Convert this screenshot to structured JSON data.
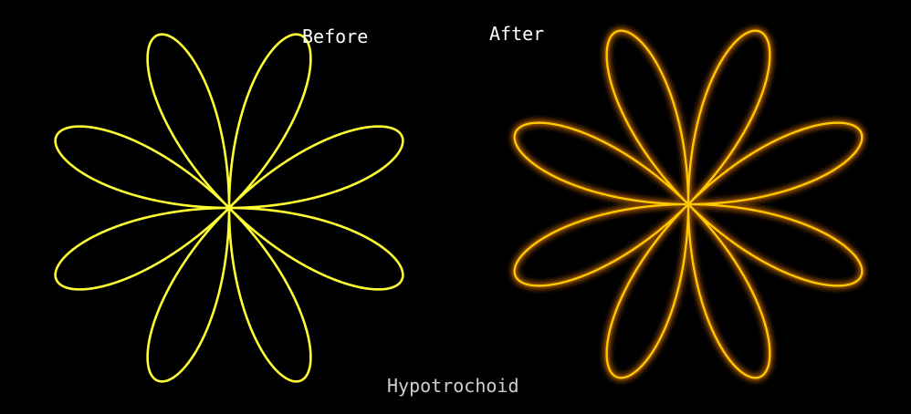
{
  "labels": {
    "before": "Before",
    "after": "After",
    "caption": "Hypotrochoid"
  },
  "colors": {
    "background": "#000000",
    "before_stroke": "#ffff33",
    "after_stroke": "#ffc800",
    "after_glow": "#ff8a00",
    "label_text": "#ffffff",
    "caption_text": "#cfcfcf"
  },
  "curve": {
    "type": "hypotrochoid",
    "loops": 8
  }
}
